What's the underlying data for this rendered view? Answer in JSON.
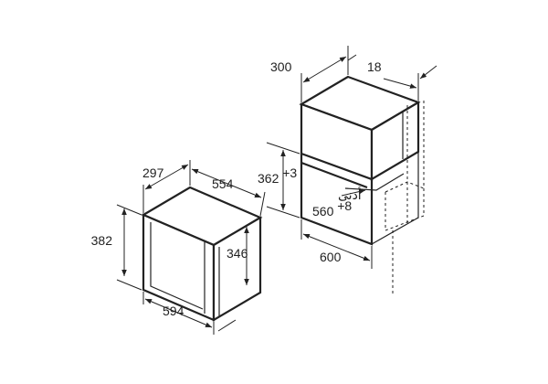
{
  "dimensions": {
    "oven_depth": "297",
    "oven_width_top": "554",
    "oven_height": "382",
    "oven_door_height": "346",
    "oven_width_bottom": "594",
    "cabinet_depth": "300",
    "cabinet_top": "18",
    "niche_height": "362",
    "niche_height_tolerance": "+3",
    "niche_min_label": "أدنى",
    "niche_width": "560",
    "niche_width_tolerance": "+8",
    "cabinet_width": "600"
  }
}
